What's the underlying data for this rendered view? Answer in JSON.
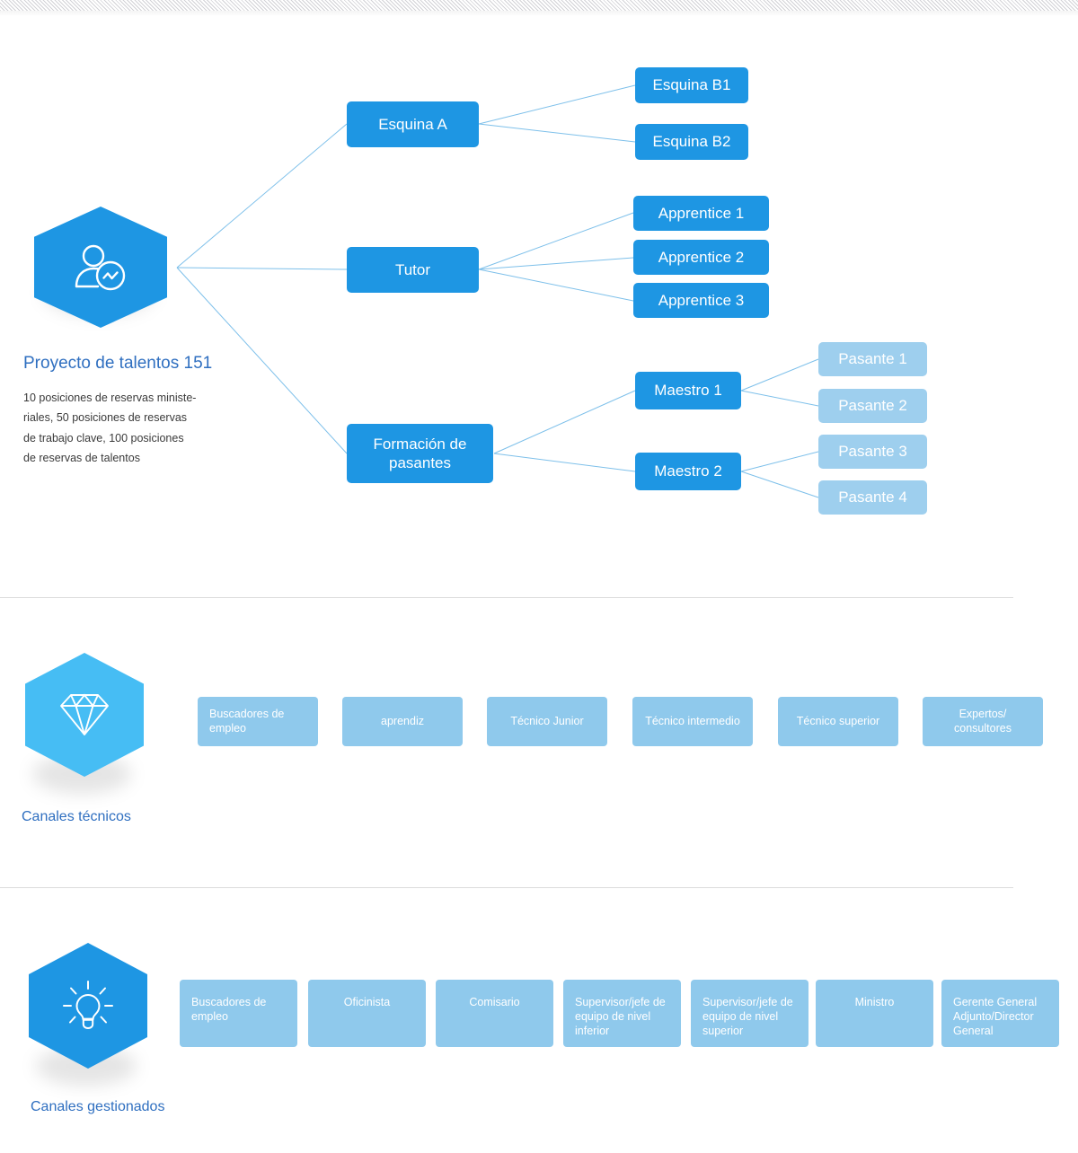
{
  "theme": {
    "primary_blue": "#1e96e3",
    "light_blue_node": "#9ecfee",
    "pale_blue_node": "#8fc9ec",
    "link_blue": "#7ec0ea",
    "title_blue": "#2f6fc0",
    "body_gray": "#3a3a3a",
    "separator_gray": "#dcdcdc"
  },
  "section1": {
    "icon_name": "person-analytics-icon",
    "title": "Proyecto de talentos 151",
    "description_lines": [
      "10 posiciones de reservas ministe-",
      "riales, 50 posiciones de reservas",
      "de trabajo clave, 100 posiciones",
      "de reservas de talentos"
    ],
    "branches": [
      {
        "label": "Esquina A",
        "children": [
          "Esquina B1",
          "Esquina B2"
        ]
      },
      {
        "label": "Tutor",
        "children": [
          "Apprentice 1",
          "Apprentice 2",
          "Apprentice 3"
        ]
      },
      {
        "label": "Formación de pasantes",
        "sub": [
          {
            "label": "Maestro 1",
            "children": [
              "Pasante 1",
              "Pasante 2"
            ]
          },
          {
            "label": "Maestro 2",
            "children": [
              "Pasante 3",
              "Pasante 4"
            ]
          }
        ]
      }
    ],
    "nodes": {
      "esquina_a": "Esquina A",
      "esquina_b1": "Esquina B1",
      "esquina_b2": "Esquina B2",
      "tutor": "Tutor",
      "apprentice_1": "Apprentice 1",
      "apprentice_2": "Apprentice 2",
      "apprentice_3": "Apprentice 3",
      "formacion": "Formación de pasantes",
      "maestro_1": "Maestro 1",
      "maestro_2": "Maestro 2",
      "pasante_1": "Pasante 1",
      "pasante_2": "Pasante 2",
      "pasante_3": "Pasante 3",
      "pasante_4": "Pasante 4"
    }
  },
  "section2": {
    "icon_name": "diamond-icon",
    "title": "Canales técnicos",
    "items": [
      "Buscadores de empleo",
      "aprendiz",
      "Técnico Junior",
      "Técnico intermedio",
      "Técnico superior",
      "Expertos/ consultores"
    ]
  },
  "section3": {
    "icon_name": "lightbulb-icon",
    "title": "Canales gestionados",
    "items": [
      "Buscadores de empleo",
      "Oficinista",
      "Comisario",
      "Supervisor/jefe de equipo de nivel inferior",
      "Supervisor/jefe de equipo de nivel superior",
      "Ministro",
      "Gerente General Adjunto/Director General"
    ]
  }
}
